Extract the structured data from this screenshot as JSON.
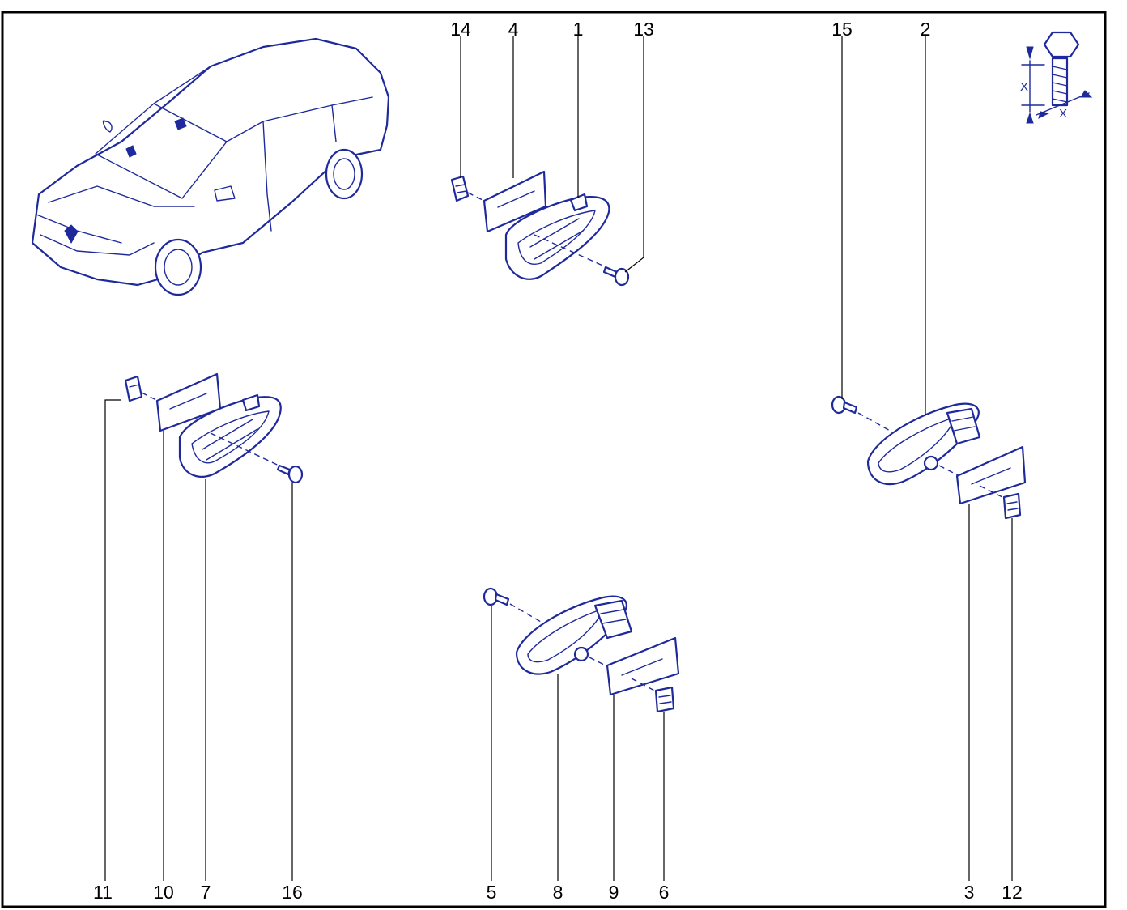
{
  "callouts": {
    "c1": "1",
    "c2": "2",
    "c3": "3",
    "c4": "4",
    "c5": "5",
    "c6": "6",
    "c7": "7",
    "c8": "8",
    "c9": "9",
    "c10": "10",
    "c11": "11",
    "c12": "12",
    "c13": "13",
    "c14": "14",
    "c15": "15",
    "c16": "16"
  },
  "bolt_symbol": {
    "height_label": "X",
    "length_label": "X"
  },
  "icons": [
    "car-overview-icon",
    "bolt-dimension-icon"
  ],
  "colors": {
    "line_art": "#1e2a9c",
    "callouts": "#000000",
    "frame": "#000000"
  }
}
